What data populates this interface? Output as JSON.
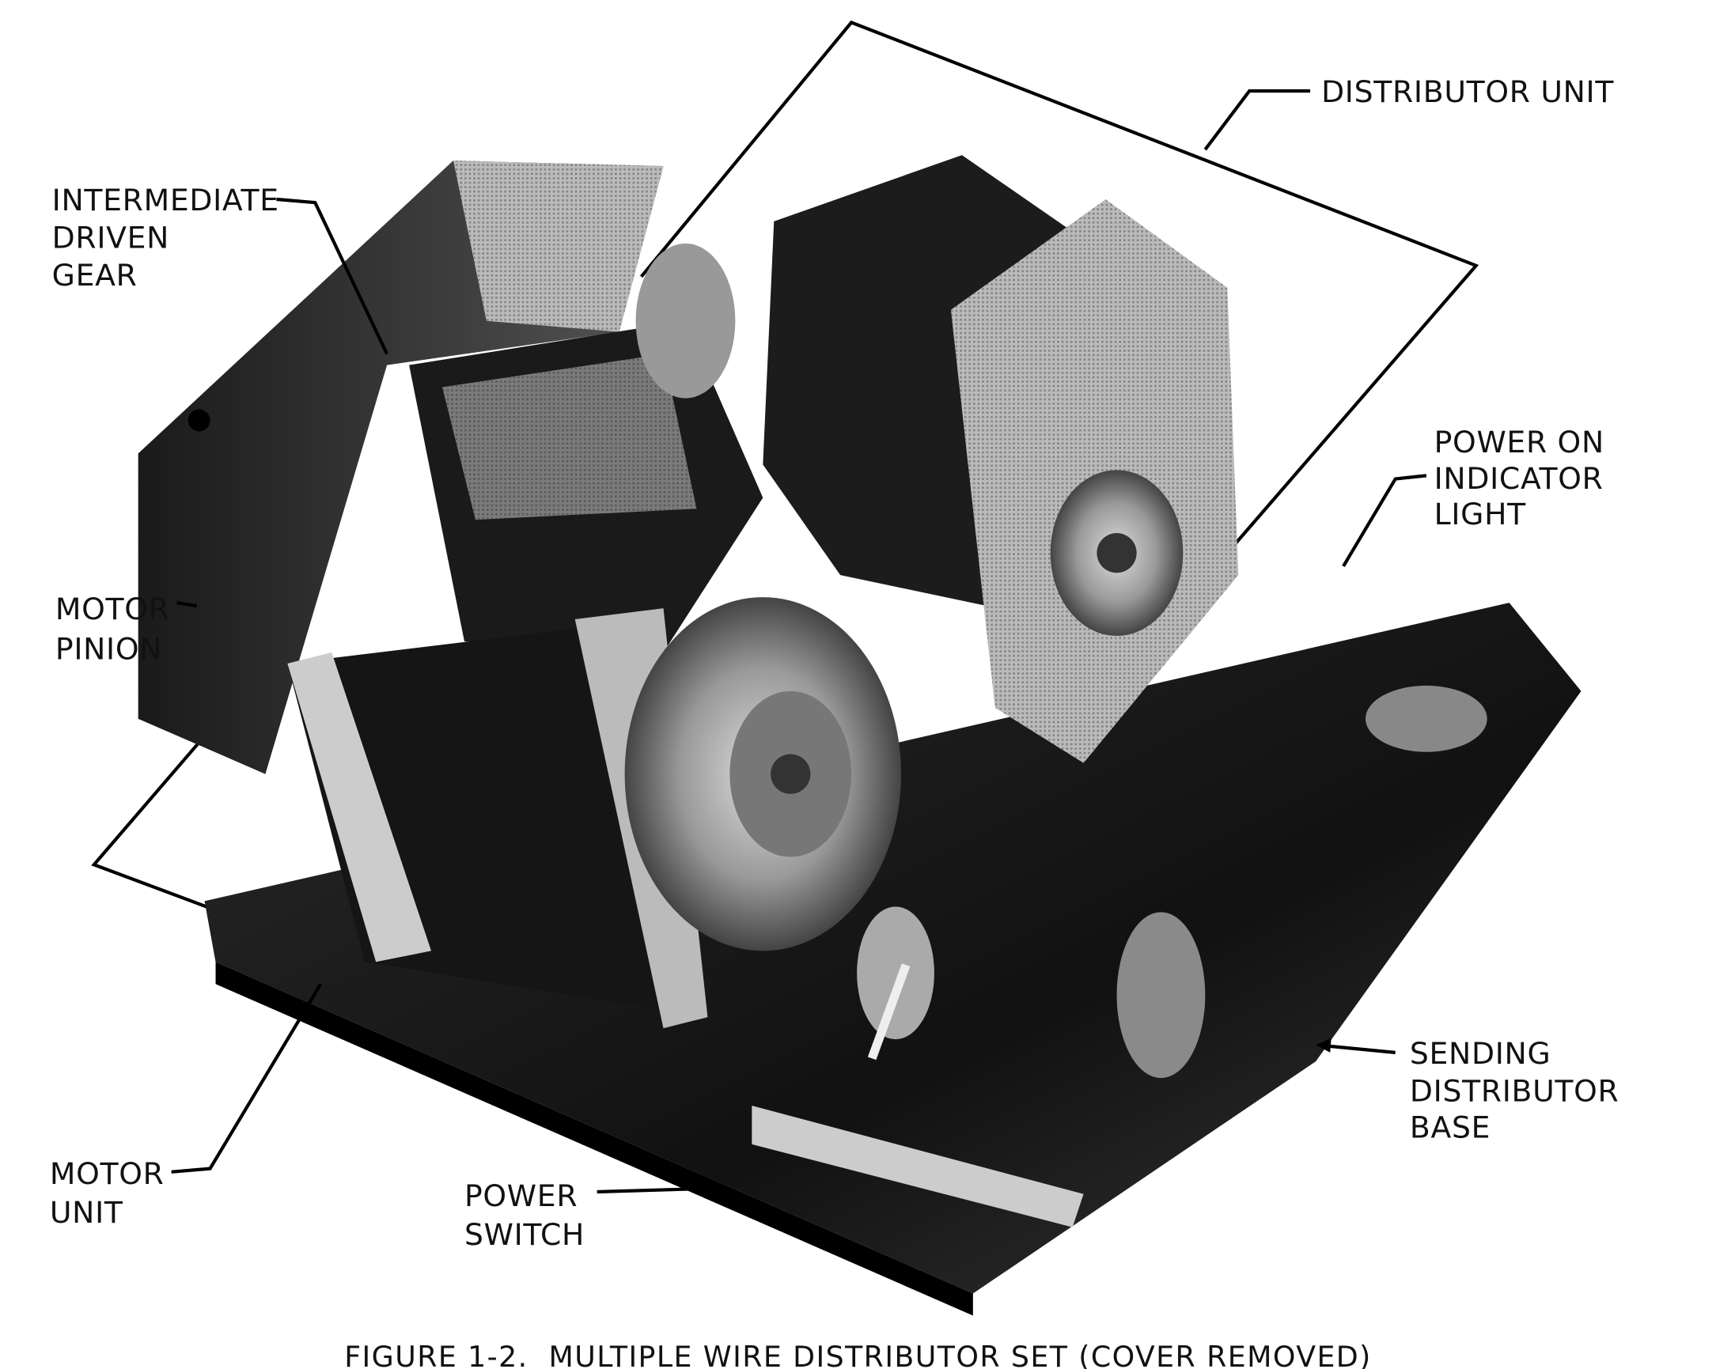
{
  "figure": {
    "caption": "FIGURE 1-2.  MULTIPLE WIRE DISTRIBUTOR SET (COVER REMOVED)",
    "callouts": {
      "distributor_unit": [
        "DISTRIBUTOR UNIT"
      ],
      "intermediate_driven_gear": [
        "INTERMEDIATE",
        "DRIVEN",
        "GEAR"
      ],
      "motor_pinion": [
        "MOTOR",
        "PINION"
      ],
      "power_on_indicator_light": [
        "POWER ON",
        "INDICATOR",
        "LIGHT"
      ],
      "sending_distributor_base": [
        "SENDING",
        "DISTRIBUTOR",
        "BASE"
      ],
      "motor_unit": [
        "MOTOR",
        "UNIT"
      ],
      "power_switch": [
        "POWER",
        "SWITCH"
      ]
    }
  }
}
